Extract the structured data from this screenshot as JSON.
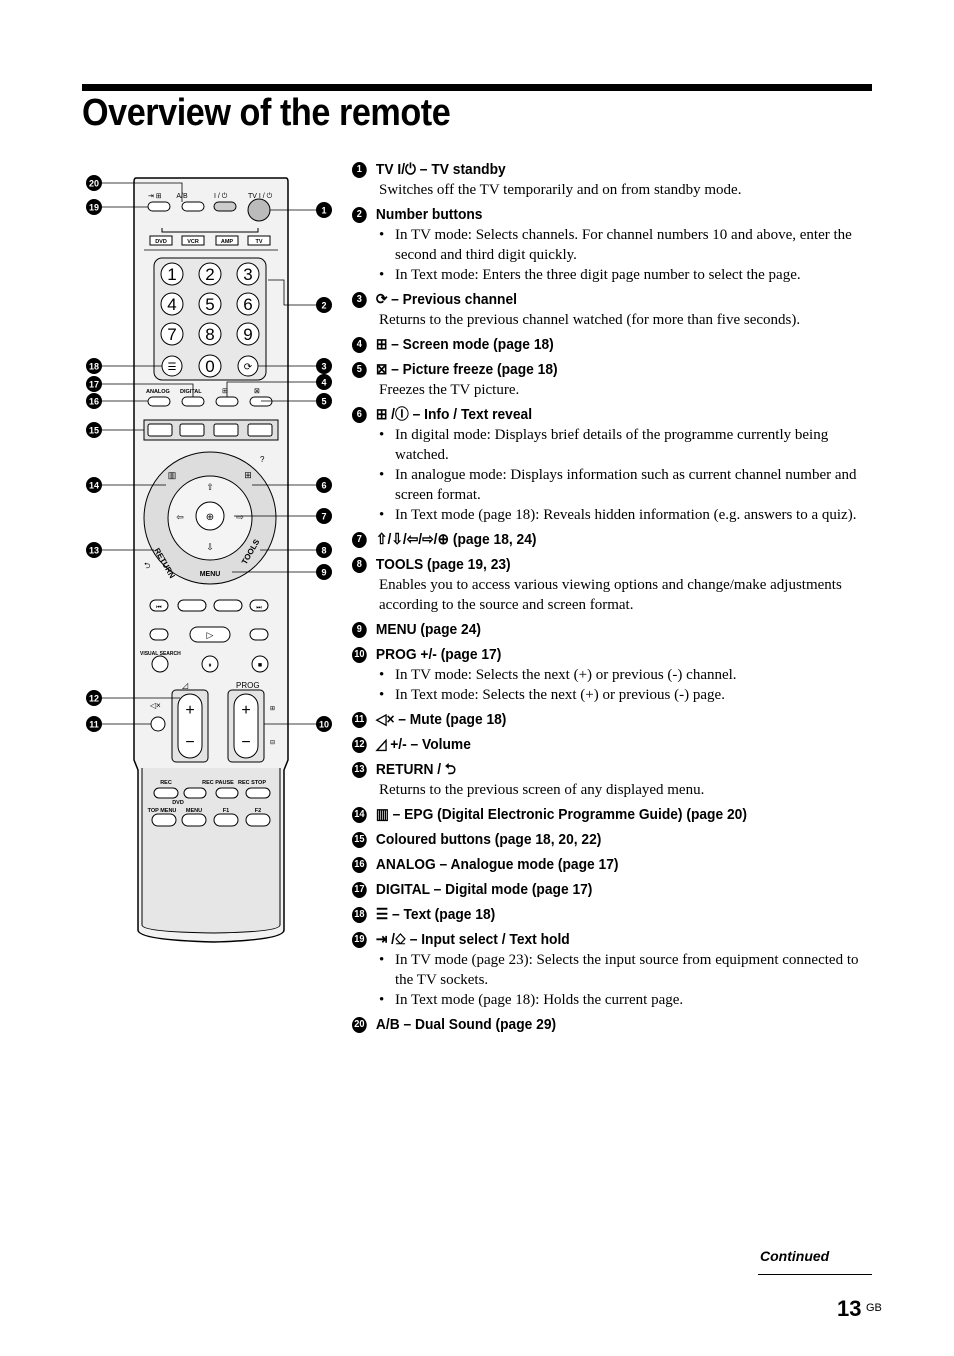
{
  "page": {
    "title": "Overview of the remote",
    "continued": "Continued",
    "page_number": "13",
    "locale": "GB"
  },
  "remote": {
    "callouts": [
      "1",
      "2",
      "3",
      "4",
      "5",
      "6",
      "7",
      "8",
      "9",
      "10",
      "11",
      "12",
      "13",
      "14",
      "15",
      "16",
      "17",
      "18",
      "19",
      "20"
    ],
    "labels": {
      "ab": "A/B",
      "tv_standby": "TV I / ⏻",
      "dvd": "DVD",
      "vcr": "VCR",
      "amp": "AMP",
      "tv": "TV",
      "analog": "ANALOG",
      "digital": "DIGITAL",
      "return": "RETURN",
      "tools": "TOOLS",
      "menu": "MENU",
      "visual_search": "VISUAL SEARCH",
      "prog": "PROG",
      "rec": "REC",
      "rec_pause": "REC PAUSE",
      "rec_stop": "REC STOP",
      "dvd_group": "DVD",
      "top_menu": "TOP MENU",
      "menu2": "MENU",
      "f1": "F1",
      "f2": "F2"
    },
    "digits": [
      "1",
      "2",
      "3",
      "4",
      "5",
      "6",
      "7",
      "8",
      "9",
      "0"
    ]
  },
  "items": [
    {
      "num": "1",
      "icon": "",
      "title": "TV I/⏻ – TV standby",
      "desc": "Switches off the TV temporarily and on from standby mode."
    },
    {
      "num": "2",
      "icon": "",
      "title": "Number buttons",
      "bullets": [
        "In TV mode: Selects channels. For channel numbers 10 and above, enter the second and third digit quickly.",
        "In Text mode: Enters the three digit page number to select the page."
      ]
    },
    {
      "num": "3",
      "icon": "previous-channel-icon",
      "title": "– Previous channel",
      "desc": "Returns to the previous channel watched (for more than five seconds)."
    },
    {
      "num": "4",
      "icon": "screen-mode-icon",
      "title": "– Screen mode (page 18)"
    },
    {
      "num": "5",
      "icon": "picture-freeze-icon",
      "title": "– Picture freeze (page 18)",
      "desc": "Freezes the TV picture."
    },
    {
      "num": "6",
      "icon": "info-icon",
      "title": "/Ⓘ – Info / Text reveal",
      "bullets": [
        "In digital mode: Displays brief details of the programme currently being watched.",
        "In analogue mode: Displays information such as current channel number and screen format.",
        "In Text mode (page 18): Reveals hidden information (e.g. answers to a quiz)."
      ]
    },
    {
      "num": "7",
      "icon": "",
      "title": "⇧/⇩/⇦/⇨/⊕ (page 18, 24)"
    },
    {
      "num": "8",
      "icon": "",
      "title": "TOOLS (page 19, 23)",
      "desc": "Enables you to access various viewing options and change/make adjustments according to the source and screen format."
    },
    {
      "num": "9",
      "icon": "",
      "title": "MENU (page 24)"
    },
    {
      "num": "10",
      "icon": "",
      "title": "PROG +/- (page 17)",
      "bullets": [
        "In TV mode: Selects the next (+) or previous (-) channel.",
        "In Text mode: Selects the next (+) or previous (-) page."
      ]
    },
    {
      "num": "11",
      "icon": "mute-icon",
      "title": "– Mute (page 18)"
    },
    {
      "num": "12",
      "icon": "volume-icon",
      "title": "+/- – Volume"
    },
    {
      "num": "13",
      "icon": "",
      "title": "RETURN / ⮌",
      "desc": "Returns to the previous screen of any displayed menu."
    },
    {
      "num": "14",
      "icon": "epg-icon",
      "title": "– EPG (Digital Electronic Programme Guide) (page 20)"
    },
    {
      "num": "15",
      "icon": "",
      "title": "Coloured buttons (page 18, 20, 22)"
    },
    {
      "num": "16",
      "icon": "",
      "title": "ANALOG – Analogue mode (page 17)"
    },
    {
      "num": "17",
      "icon": "",
      "title": "DIGITAL – Digital mode (page 17)"
    },
    {
      "num": "18",
      "icon": "text-icon",
      "title": "– Text (page 18)"
    },
    {
      "num": "19",
      "icon": "input-select-icon",
      "title": "/⎐ – Input select / Text hold",
      "bullets": [
        "In TV mode (page 23): Selects the input source from equipment connected to the TV sockets.",
        "In Text mode (page 18): Holds the current page."
      ]
    },
    {
      "num": "20",
      "icon": "",
      "title": "A/B – Dual Sound (page 29)"
    }
  ]
}
